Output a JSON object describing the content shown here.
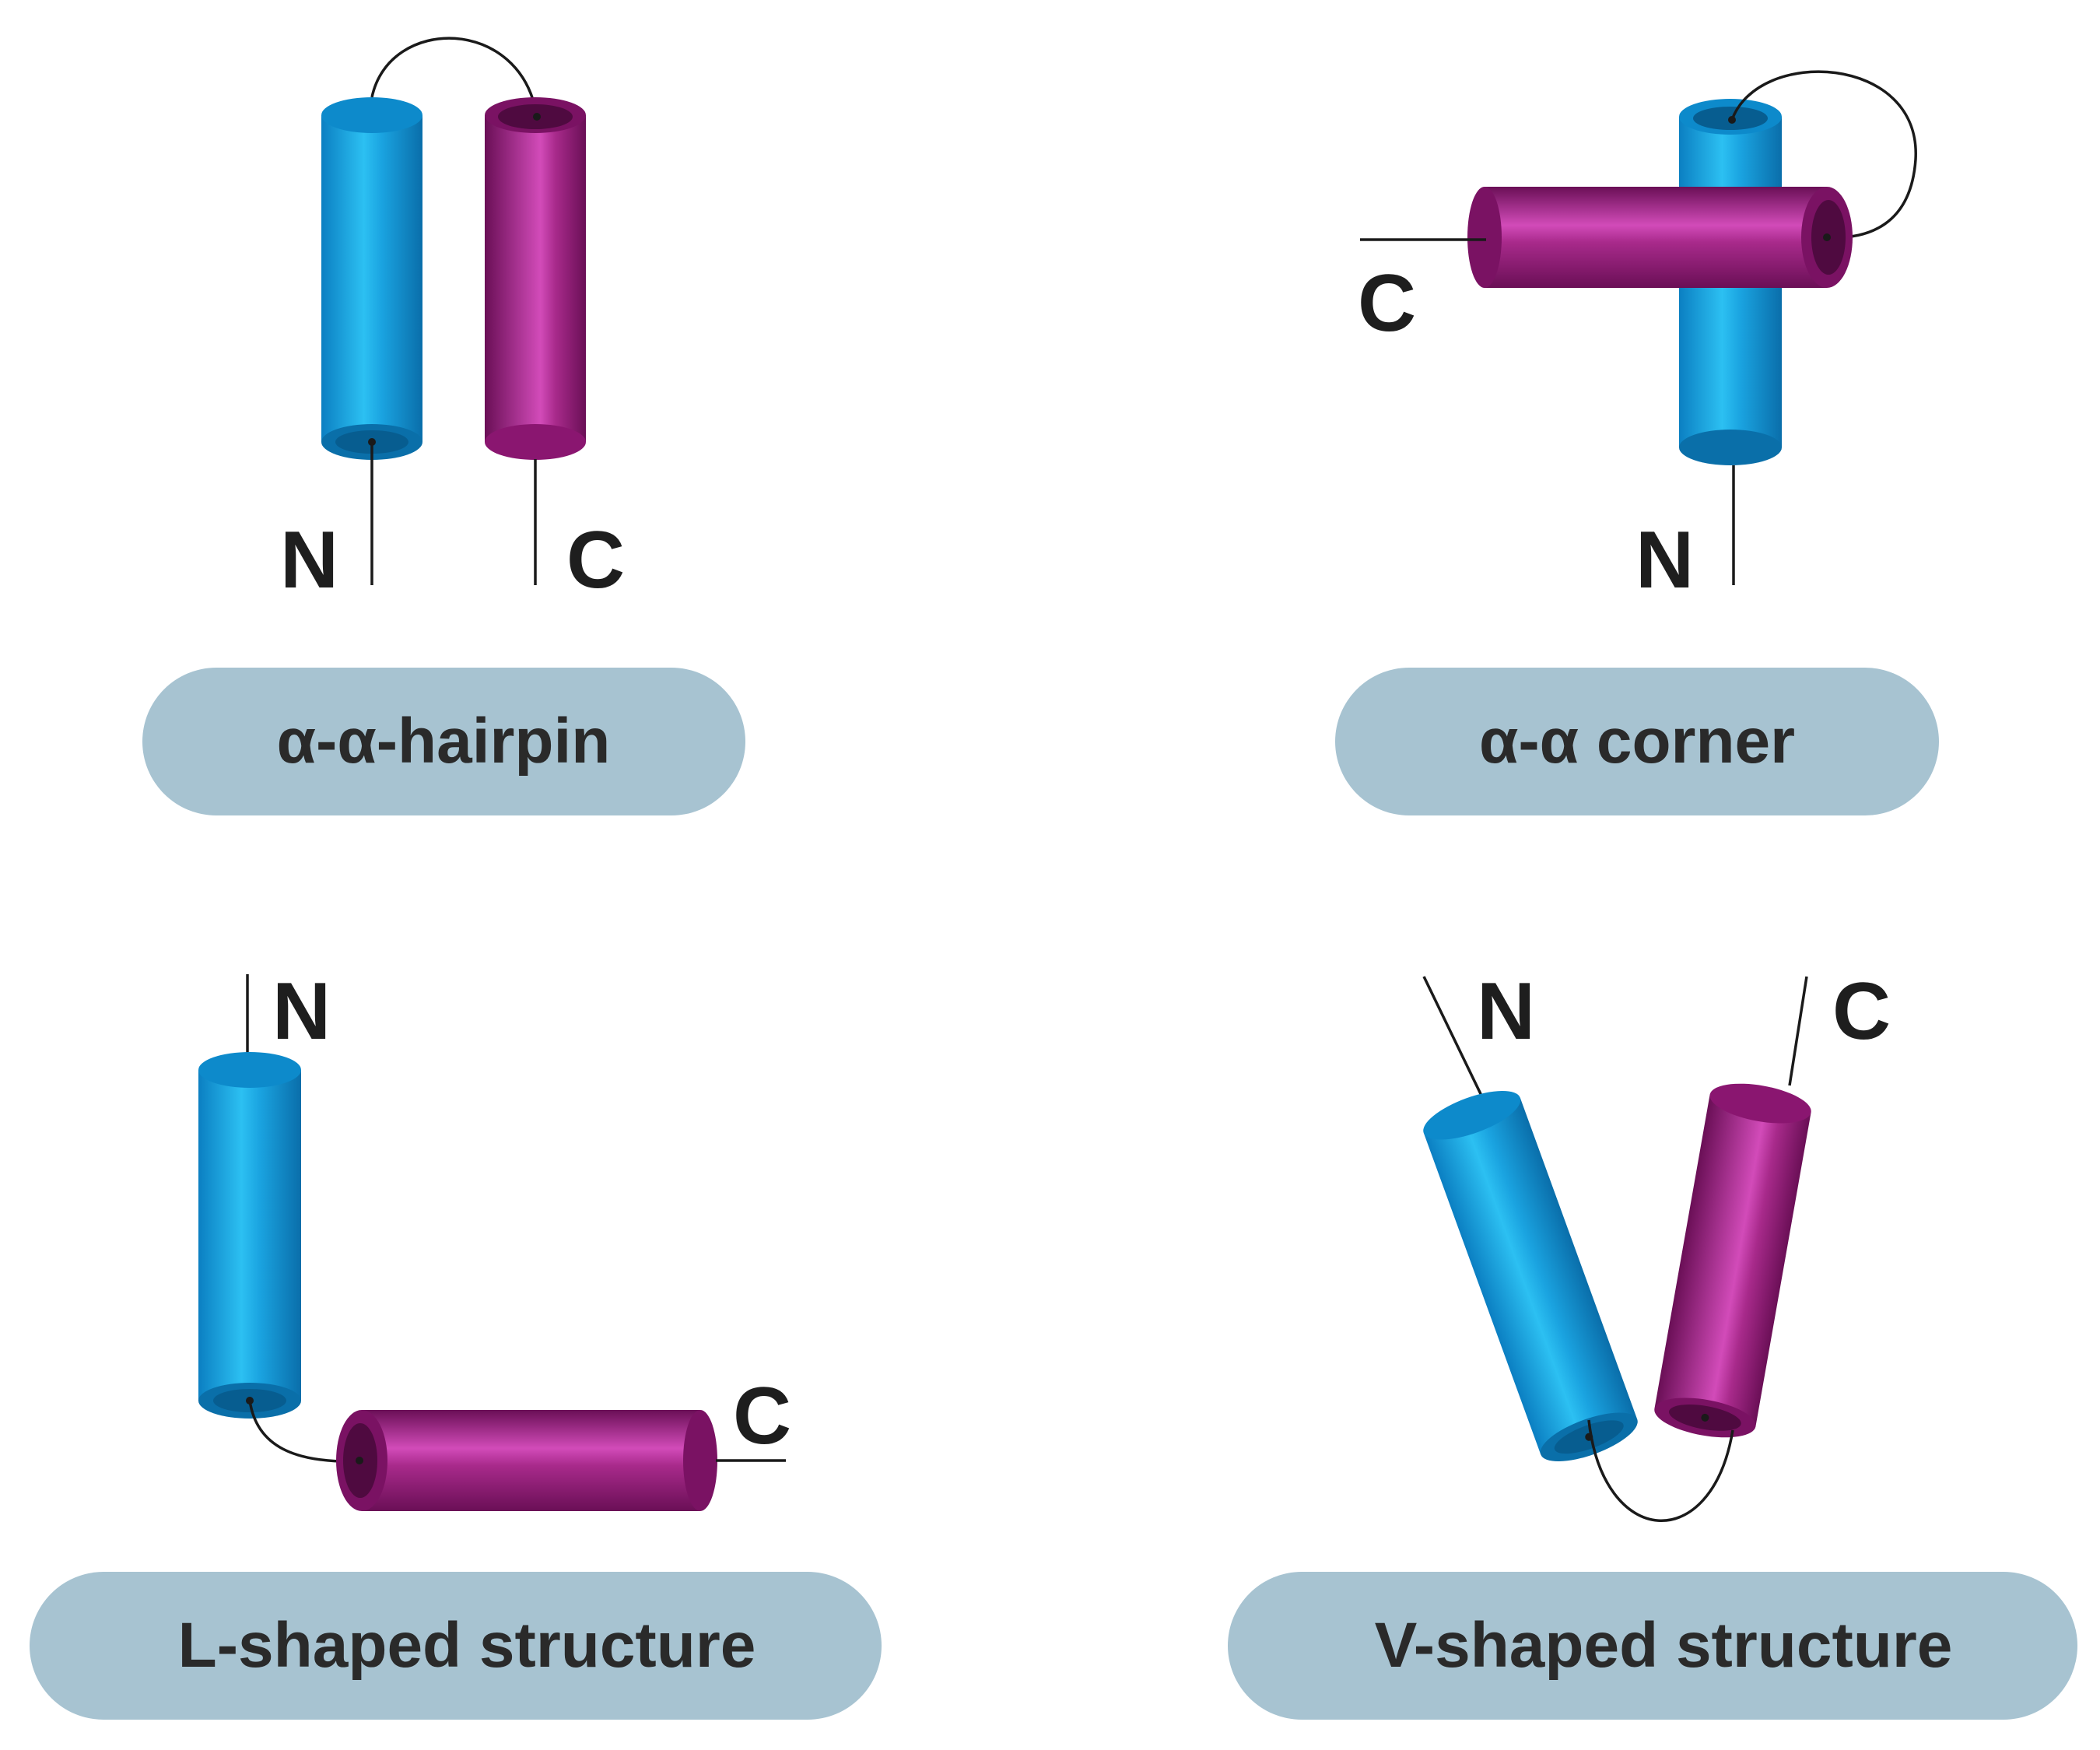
{
  "colors": {
    "helix_n": "#1aa3e0",
    "helix_c": "#8e1873",
    "pill": "#a7c3d1",
    "text": "#1e1e1e"
  },
  "panels": {
    "hairpin": {
      "label": "α-α-hairpin",
      "n_term": "N",
      "c_term": "C"
    },
    "corner": {
      "label": "α-α corner",
      "n_term": "N",
      "c_term": "C"
    },
    "l_shape": {
      "label": "L-shaped structure",
      "n_term": "N",
      "c_term": "C"
    },
    "v_shape": {
      "label": "V-shaped structure",
      "n_term": "N",
      "c_term": "C"
    }
  }
}
